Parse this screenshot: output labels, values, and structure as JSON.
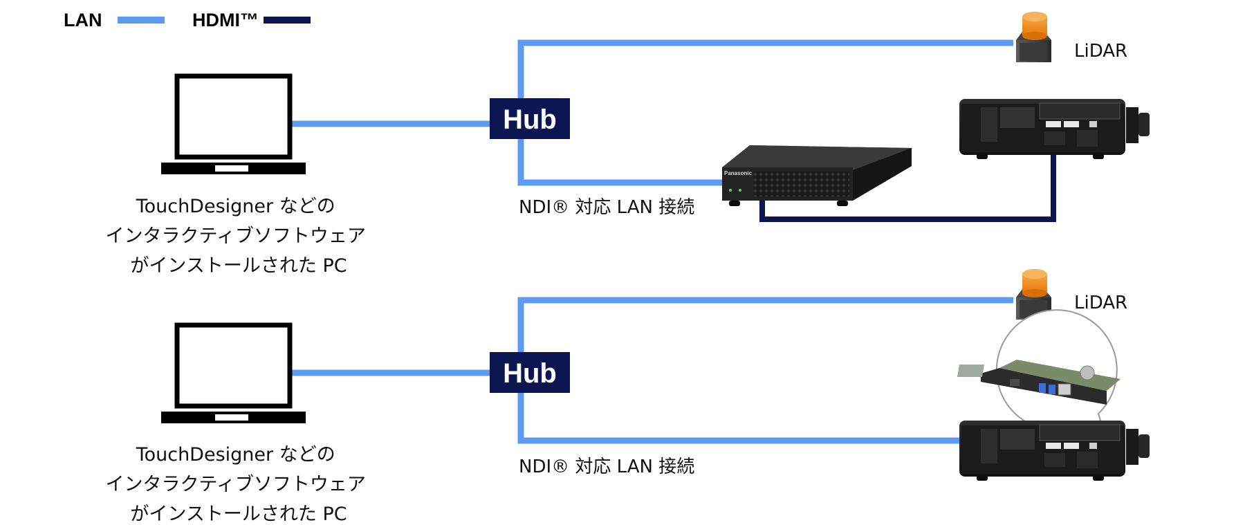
{
  "colors": {
    "lan": "#5b9cf2",
    "hdmi": "#0b1550",
    "hub_fill": "#0b1550"
  },
  "legend": {
    "lan_label": "LAN",
    "hdmi_label": "HDMI™"
  },
  "top_system": {
    "pc_label": [
      "TouchDesigner などの",
      "インタラクティブソフトウェア",
      "がインストールされた PC"
    ],
    "hub_label": "Hub",
    "ndi_label": "NDI® 対応 LAN 接続",
    "lidar_label": "LiDAR",
    "box_brand": "Panasonic"
  },
  "bottom_system": {
    "pc_label": [
      "TouchDesigner などの",
      "インタラクティブソフトウェア",
      "がインストールされた PC"
    ],
    "hub_label": "Hub",
    "ndi_label": "NDI® 対応 LAN 接続",
    "lidar_label": "LiDAR"
  }
}
